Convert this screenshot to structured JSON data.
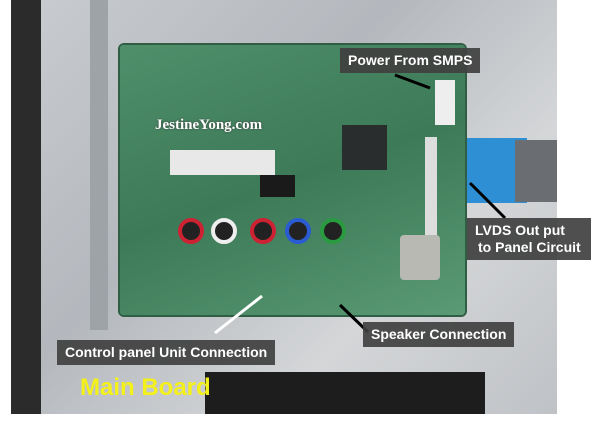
{
  "image": {
    "watermark": "JestineYong.com",
    "title_label": "Main Board",
    "annotations": {
      "power": "Power From SMPS",
      "lvds_line1": "LVDS Out put",
      "lvds_line2": "to Panel Circuit",
      "speaker": "Speaker Connection",
      "control_panel": "Control panel Unit Connection"
    }
  }
}
